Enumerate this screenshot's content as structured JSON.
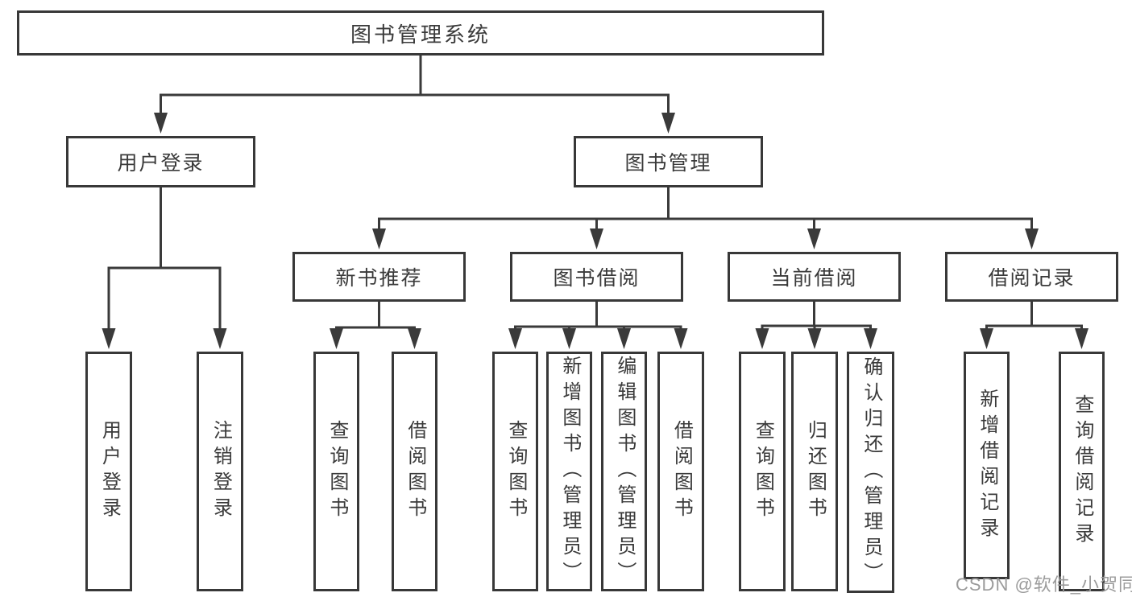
{
  "diagram": {
    "watermark": "CSDN @软件_小贺同学",
    "colors": {
      "line": "#3a3a3a",
      "box_border": "#383838",
      "text": "#3a3a3a",
      "watermark": "#9b9b9b",
      "background": "#ffffff"
    },
    "nodes": [
      {
        "id": "root",
        "label": "图书管理系统",
        "parent": null
      },
      {
        "id": "user-login",
        "label": "用户登录",
        "parent": "root"
      },
      {
        "id": "book-mgmt",
        "label": "图书管理",
        "parent": "root"
      },
      {
        "id": "login",
        "label": "用户登录",
        "parent": "user-login"
      },
      {
        "id": "logout",
        "label": "注销登录",
        "parent": "user-login"
      },
      {
        "id": "new-book-rec",
        "label": "新书推荐",
        "parent": "book-mgmt"
      },
      {
        "id": "book-borrow",
        "label": "图书借阅",
        "parent": "book-mgmt"
      },
      {
        "id": "current-borrow",
        "label": "当前借阅",
        "parent": "book-mgmt"
      },
      {
        "id": "borrow-records",
        "label": "借阅记录",
        "parent": "book-mgmt"
      },
      {
        "id": "rec-query-book",
        "label": "查询图书",
        "parent": "new-book-rec"
      },
      {
        "id": "rec-borrow-book",
        "label": "借阅图书",
        "parent": "new-book-rec"
      },
      {
        "id": "bb-query-book",
        "label": "查询图书",
        "parent": "book-borrow"
      },
      {
        "id": "bb-add-book",
        "label": "新增图书（管理员）",
        "parent": "book-borrow"
      },
      {
        "id": "bb-edit-book",
        "label": "编辑图书（管理员）",
        "parent": "book-borrow"
      },
      {
        "id": "bb-borrow-book",
        "label": "借阅图书",
        "parent": "book-borrow"
      },
      {
        "id": "cb-query-book",
        "label": "查询图书",
        "parent": "current-borrow"
      },
      {
        "id": "cb-return-book",
        "label": "归还图书",
        "parent": "current-borrow"
      },
      {
        "id": "cb-confirm-return",
        "label": "确认归还（管理员）",
        "parent": "current-borrow"
      },
      {
        "id": "br-add-record",
        "label": "新增借阅记录",
        "parent": "borrow-records"
      },
      {
        "id": "br-query-record",
        "label": "查询借阅记录",
        "parent": "borrow-records"
      }
    ]
  }
}
